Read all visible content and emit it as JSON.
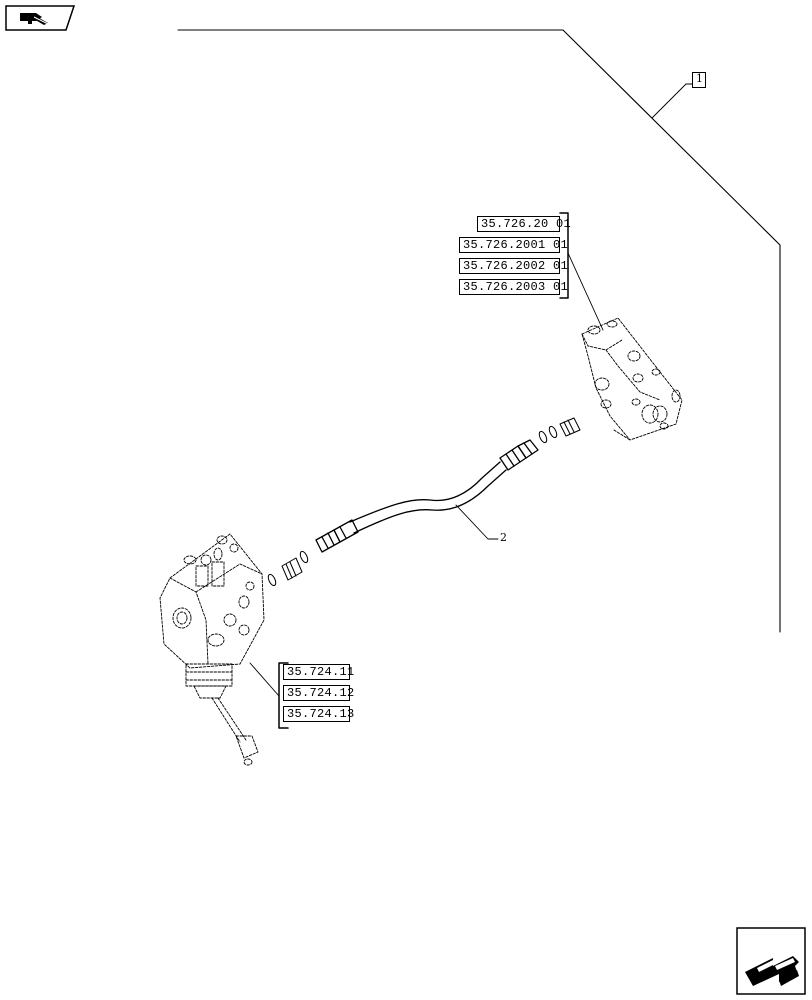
{
  "callouts": {
    "item_1": "1",
    "item_2": "2"
  },
  "ref_groups": {
    "upper": [
      "35.726.20 01",
      "35.726.2001 01",
      "35.726.2002 01",
      "35.726.2003 01"
    ],
    "lower": [
      "35.724.11",
      "35.724.12",
      "35.724.13"
    ]
  },
  "icons": {
    "top_left": "previous-page-icon",
    "bottom_right": "next-page-icon"
  }
}
